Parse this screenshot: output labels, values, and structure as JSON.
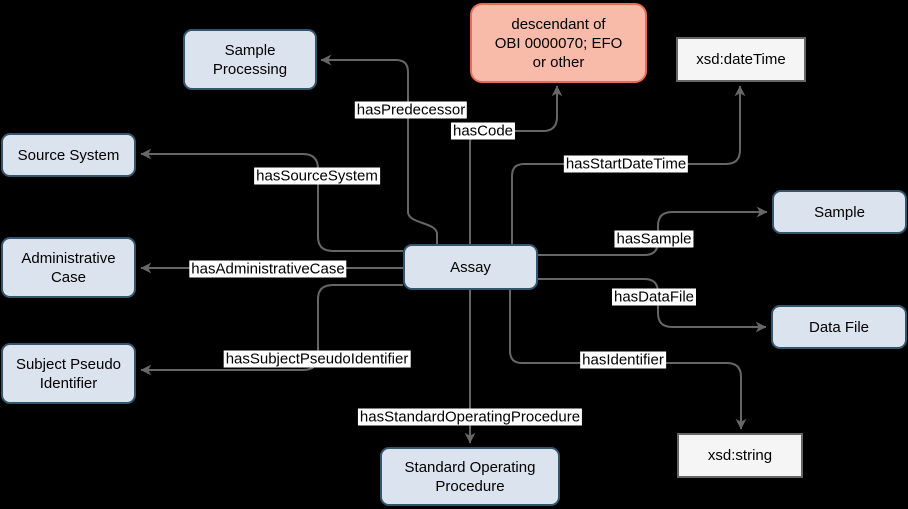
{
  "diagram": {
    "background_color": "#000000",
    "colors": {
      "class_node_fill": "#dbe4ee",
      "class_node_border": "#33566b",
      "highlight_node_fill": "#f8bbaa",
      "highlight_node_border": "#ea6a53",
      "datatype_node_fill": "#f5f5f5",
      "datatype_node_border": "#666666",
      "edge_stroke": "#666666",
      "edge_label_background": "#ffffff",
      "text": "#000000"
    },
    "nodes": {
      "sample_processing": {
        "label": "Sample\nProcessing",
        "type": "class"
      },
      "source_system": {
        "label": "Source System",
        "type": "class"
      },
      "administrative_case": {
        "label": "Administrative\nCase",
        "type": "class"
      },
      "subject_pseudo_identifier": {
        "label": "Subject Pseudo\nIdentifier",
        "type": "class"
      },
      "obi_descendant": {
        "label": "descendant of\nOBI 0000070; EFO\nor other",
        "type": "highlight"
      },
      "xsd_datetime": {
        "label": "xsd:dateTime",
        "type": "datatype"
      },
      "sample": {
        "label": "Sample",
        "type": "class"
      },
      "assay": {
        "label": "Assay",
        "type": "class"
      },
      "data_file": {
        "label": "Data File",
        "type": "class"
      },
      "xsd_string": {
        "label": "xsd:string",
        "type": "datatype"
      },
      "standard_operating_procedure": {
        "label": "Standard Operating\nProcedure",
        "type": "class"
      }
    },
    "edges": {
      "hasPredecessor": {
        "label": "hasPredecessor",
        "from": "Assay",
        "to": "Sample Processing"
      },
      "hasCode": {
        "label": "hasCode",
        "from": "Assay",
        "to": "descendant of OBI 0000070; EFO or other"
      },
      "hasStartDateTime": {
        "label": "hasStartDateTime",
        "from": "Assay",
        "to": "xsd:dateTime"
      },
      "hasSourceSystem": {
        "label": "hasSourceSystem",
        "from": "Assay",
        "to": "Source System"
      },
      "hasAdministrativeCase": {
        "label": "hasAdministrativeCase",
        "from": "Assay",
        "to": "Administrative Case"
      },
      "hasSubjectPseudoIdentifier": {
        "label": "hasSubjectPseudoIdentifier",
        "from": "Assay",
        "to": "Subject Pseudo Identifier"
      },
      "hasSample": {
        "label": "hasSample",
        "from": "Assay",
        "to": "Sample"
      },
      "hasDataFile": {
        "label": "hasDataFile",
        "from": "Assay",
        "to": "Data File"
      },
      "hasIdentifier": {
        "label": "hasIdentifier",
        "from": "Assay",
        "to": "xsd:string"
      },
      "hasStandardOperatingProcedure": {
        "label": "hasStandardOperatingProcedure",
        "from": "Assay",
        "to": "Standard Operating Procedure"
      }
    }
  }
}
